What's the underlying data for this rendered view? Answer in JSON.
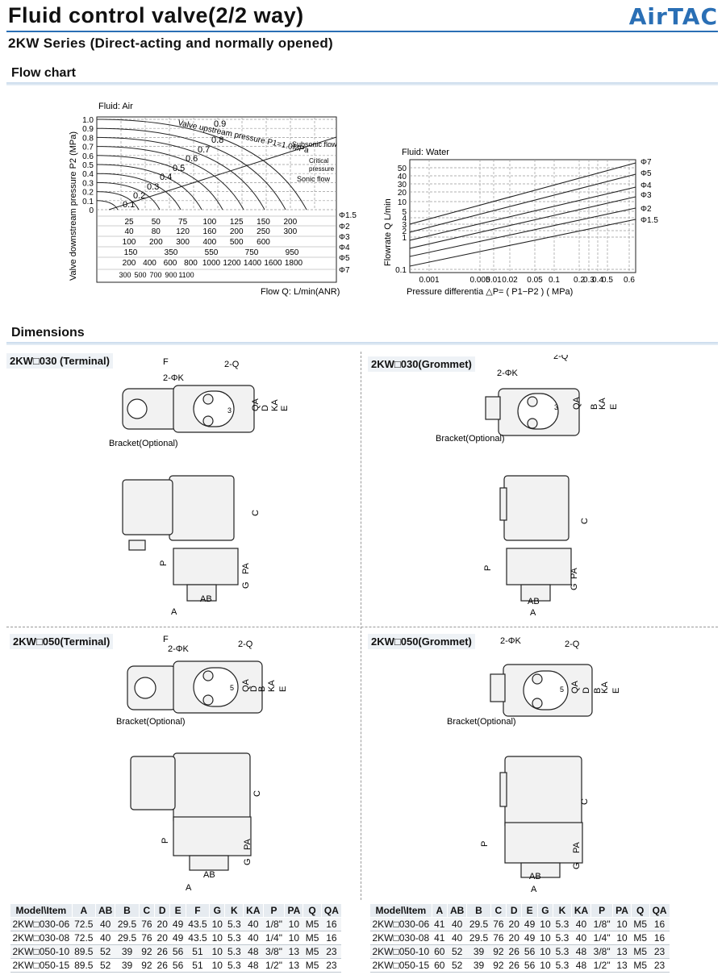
{
  "header": {
    "title": "Fluid control valve(2/2 way)",
    "subtitle": "2KW Series (Direct-acting and normally opened)",
    "logo_text": "AirTAC",
    "brand_color": "#2a6fb5"
  },
  "sections": {
    "flow_chart": "Flow chart",
    "dimensions": "Dimensions"
  },
  "air_chart": {
    "fluid_label": "Fluid: Air",
    "ylabel": "Valve downstream pressure P2  (MPa)",
    "y_ticks": [
      "1.0",
      "0.9",
      "0.8",
      "0.7",
      "0.6",
      "0.5",
      "0.4",
      "0.3",
      "0.2",
      "0.1",
      "0"
    ],
    "curve_labels": [
      "0.9",
      "0.8",
      "0.7",
      "0.6",
      "0.5",
      "0.4",
      "0.3",
      "0.2",
      "0.1"
    ],
    "upstream_label": "Valve upstream pressure P1=1.0MPa",
    "subsonic_label": "Subsonic flow",
    "critical_label_1": "Critical",
    "critical_label_2": "pressure",
    "sonic_label": "Sonic flow",
    "xlabel": "Flow Q: L/min(ANR)",
    "scales": [
      {
        "orifice": "Φ1.5",
        "values": [
          "25",
          "50",
          "75",
          "100",
          "125",
          "150",
          "200"
        ]
      },
      {
        "orifice": "Φ2",
        "values": [
          "40",
          "80",
          "120",
          "160",
          "200",
          "250",
          "300"
        ]
      },
      {
        "orifice": "Φ3",
        "values": [
          "100",
          "200",
          "300",
          "400",
          "500",
          "600"
        ]
      },
      {
        "orifice": "Φ4",
        "values": [
          "150",
          "350",
          "550",
          "750",
          "950"
        ]
      },
      {
        "orifice": "Φ5",
        "values": [
          "200",
          "400",
          "600",
          "800",
          "1000",
          "1200",
          "1400",
          "1600",
          "1800"
        ]
      },
      {
        "orifice": "Φ7",
        "values": [
          "300",
          "500",
          "700",
          "900",
          "1100"
        ]
      }
    ]
  },
  "water_chart": {
    "fluid_label": "Fluid: Water",
    "ylabel": "Flowrate Q  L/min",
    "y_ticks": [
      "50",
      "40",
      "30",
      "20",
      "10",
      "5",
      "4",
      "3",
      "2",
      "1",
      "0.1"
    ],
    "x_ticks": [
      "0.001",
      "0.005",
      "0.01",
      "0.02",
      "0.05",
      "0.1",
      "0.2",
      "0.3",
      "0.4",
      "0.5",
      "0.6"
    ],
    "xlabel": "Pressure differentia  △P= ( P1−P2 )   ( MPa)",
    "series_labels": [
      "Φ7",
      "Φ5",
      "Φ4",
      "Φ3",
      "Φ2",
      "Φ1.5"
    ]
  },
  "drawings": [
    {
      "label": "2KW□030 (Terminal)"
    },
    {
      "label": "2KW□030(Grommet)"
    },
    {
      "label": "2KW□050(Terminal)"
    },
    {
      "label": "2KW□050(Grommet)"
    }
  ],
  "dim_labels": {
    "F": "F",
    "Q": "2-Q",
    "K": "2-ΦK",
    "QA": "QA",
    "D": "D",
    "B": "B",
    "KA": "KA",
    "E": "E",
    "C": "C",
    "P": "P",
    "G": "G",
    "PA": "PA",
    "AB": "AB",
    "A": "A",
    "bracket": "Bracket(Optional)",
    "port3": "3",
    "port5": "5"
  },
  "tables": {
    "headers": [
      "Model\\Item",
      "A",
      "AB",
      "B",
      "C",
      "D",
      "E",
      "F",
      "G",
      "K",
      "KA",
      "P",
      "PA",
      "Q",
      "QA"
    ],
    "terminal_rows": [
      [
        "2KW□030-06",
        "72.5",
        "40",
        "29.5",
        "76",
        "20",
        "49",
        "43.5",
        "10",
        "5.3",
        "40",
        "1/8\"",
        "10",
        "M5",
        "16"
      ],
      [
        "2KW□030-08",
        "72.5",
        "40",
        "29.5",
        "76",
        "20",
        "49",
        "43.5",
        "10",
        "5.3",
        "40",
        "1/4\"",
        "10",
        "M5",
        "16"
      ],
      [
        "2KW□050-10",
        "89.5",
        "52",
        "39",
        "92",
        "26",
        "56",
        "51",
        "10",
        "5.3",
        "48",
        "3/8\"",
        "13",
        "M5",
        "23"
      ],
      [
        "2KW□050-15",
        "89.5",
        "52",
        "39",
        "92",
        "26",
        "56",
        "51",
        "10",
        "5.3",
        "48",
        "1/2\"",
        "13",
        "M5",
        "23"
      ]
    ],
    "grommet_headers": [
      "Model\\Item",
      "A",
      "AB",
      "B",
      "C",
      "D",
      "E",
      "G",
      "K",
      "KA",
      "P",
      "PA",
      "Q",
      "QA"
    ],
    "grommet_rows": [
      [
        "2KW□030-06",
        "41",
        "40",
        "29.5",
        "76",
        "20",
        "49",
        "10",
        "5.3",
        "40",
        "1/8\"",
        "10",
        "M5",
        "16"
      ],
      [
        "2KW□030-08",
        "41",
        "40",
        "29.5",
        "76",
        "20",
        "49",
        "10",
        "5.3",
        "40",
        "1/4\"",
        "10",
        "M5",
        "16"
      ],
      [
        "2KW□050-10",
        "60",
        "52",
        "39",
        "92",
        "26",
        "56",
        "10",
        "5.3",
        "48",
        "3/8\"",
        "13",
        "M5",
        "23"
      ],
      [
        "2KW□050-15",
        "60",
        "52",
        "39",
        "92",
        "26",
        "56",
        "10",
        "5.3",
        "48",
        "1/2\"",
        "13",
        "M5",
        "23"
      ]
    ]
  }
}
